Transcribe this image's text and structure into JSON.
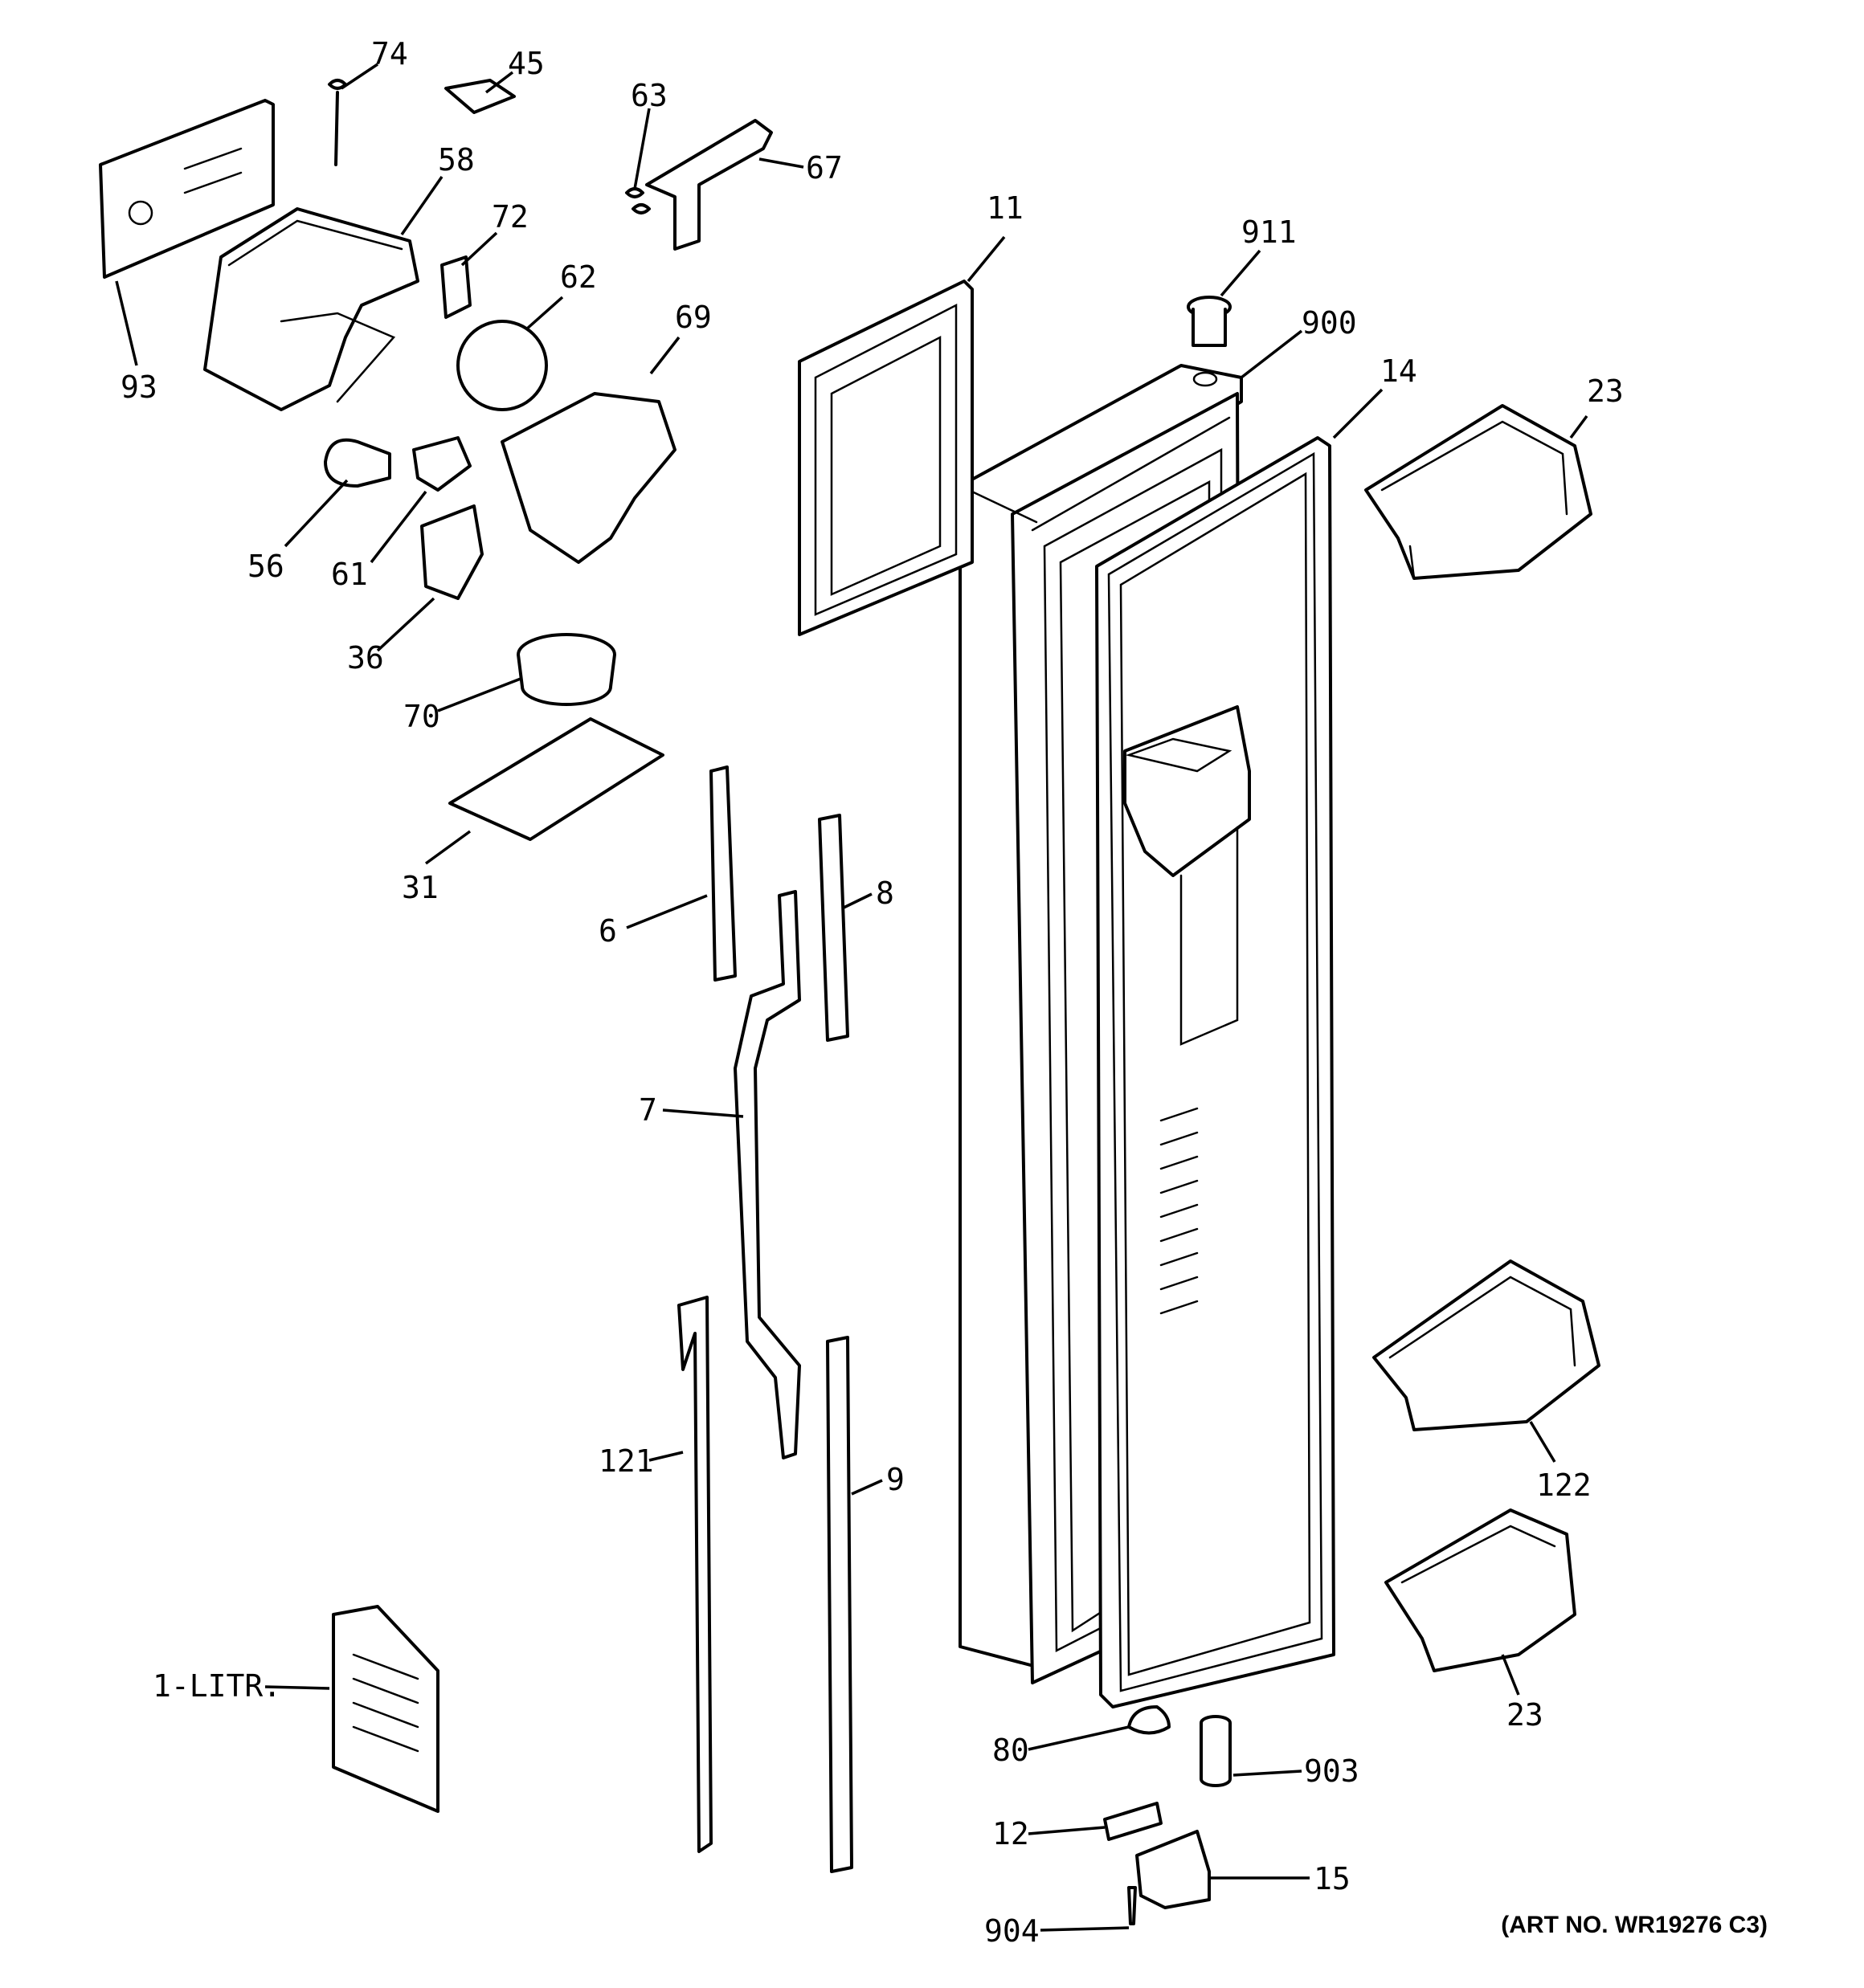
{
  "parts": {
    "p74": "74",
    "p45": "45",
    "p63": "63",
    "p67": "67",
    "p58": "58",
    "p72": "72",
    "p93": "93",
    "p62": "62",
    "p69": "69",
    "p11": "11",
    "p911": "911",
    "p900": "900",
    "p14": "14",
    "p23a": "23",
    "p56": "56",
    "p61": "61",
    "p36": "36",
    "p70": "70",
    "p31": "31",
    "p6": "6",
    "p8": "8",
    "p7": "7",
    "p121": "121",
    "p9": "9",
    "p122": "122",
    "p23b": "23",
    "p1": "1-LITR.",
    "p80": "80",
    "p903": "903",
    "p12": "12",
    "p15": "15",
    "p904": "904"
  },
  "art_number": "(ART NO. WR19276 C3)"
}
